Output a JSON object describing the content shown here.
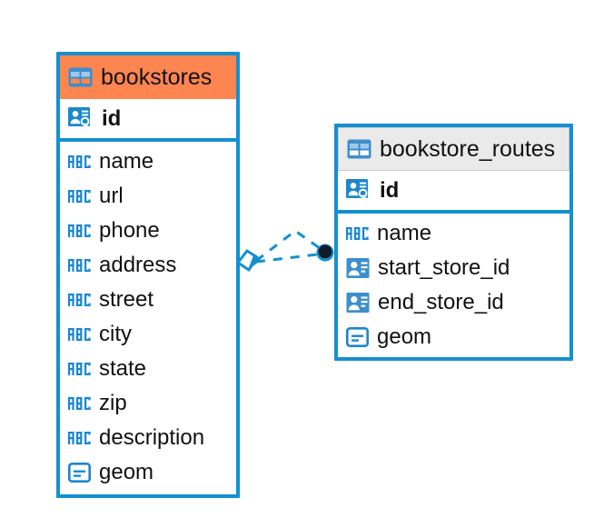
{
  "diagram": {
    "title": "database-er-diagram",
    "colors": {
      "accent_blue": "#1490d0",
      "header_orange": "#fd8550",
      "header_gray": "#eaeaea",
      "icon_blue": "#3d8fcc",
      "endpoint_dark": "#0d1b2a",
      "text": "#111111"
    }
  },
  "entities": [
    {
      "name": "bookstores",
      "header_style": "orange",
      "table_icon": "table-icon",
      "primary_key": {
        "label": "id",
        "icon": "primary-key-icon"
      },
      "fields": [
        {
          "label": "name",
          "icon": "abc-text-icon"
        },
        {
          "label": "url",
          "icon": "abc-text-icon"
        },
        {
          "label": "phone",
          "icon": "abc-text-icon"
        },
        {
          "label": "address",
          "icon": "abc-text-icon"
        },
        {
          "label": "street",
          "icon": "abc-text-icon"
        },
        {
          "label": "city",
          "icon": "abc-text-icon"
        },
        {
          "label": "state",
          "icon": "abc-text-icon"
        },
        {
          "label": "zip",
          "icon": "abc-text-icon"
        },
        {
          "label": "description",
          "icon": "abc-text-icon"
        },
        {
          "label": "geom",
          "icon": "geometry-icon"
        }
      ]
    },
    {
      "name": "bookstore_routes",
      "header_style": "gray",
      "table_icon": "table-icon",
      "primary_key": {
        "label": "id",
        "icon": "primary-key-icon"
      },
      "fields": [
        {
          "label": "name",
          "icon": "abc-text-icon"
        },
        {
          "label": "start_store_id",
          "icon": "foreign-key-icon"
        },
        {
          "label": "end_store_id",
          "icon": "foreign-key-icon"
        },
        {
          "label": "geom",
          "icon": "geometry-icon"
        }
      ]
    }
  ],
  "relationship": {
    "source_entity": "bookstores",
    "target_entity": "bookstore_routes",
    "source_marker": "diamond-crowsfoot-marker",
    "target_marker": "filled-circle-marker",
    "line_style": "dashed"
  }
}
